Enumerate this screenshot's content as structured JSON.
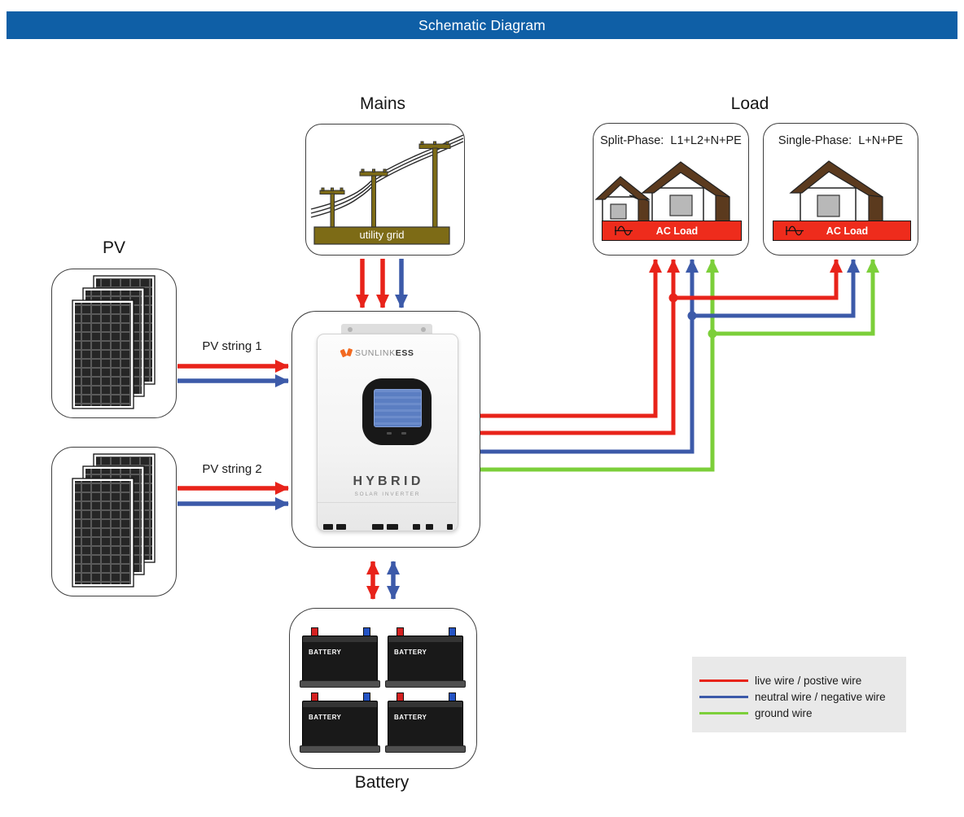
{
  "title_bar": {
    "text": "Schematic Diagram"
  },
  "labels": {
    "mains": "Mains",
    "load": "Load",
    "pv": "PV",
    "battery": "Battery"
  },
  "mains": {
    "banner": "utility grid"
  },
  "load": {
    "split": {
      "title": "Split-Phase:  L1+L2+N+PE",
      "banner": "AC Load"
    },
    "single": {
      "title": "Single-Phase:  L+N+PE",
      "banner": "AC Load"
    }
  },
  "pv": {
    "string1": "PV string 1",
    "string2": "PV string 2"
  },
  "inverter": {
    "brand_prefix": "SUNLINK",
    "brand_suffix": "ESS",
    "model": "H Y B R I D",
    "subtitle": "S O L A R   I N V E R T E R"
  },
  "battery": {
    "unit_label": "BATTERY"
  },
  "legend": {
    "items": [
      {
        "label": "live wire / postive wire",
        "color": "#e8231a"
      },
      {
        "label": "neutral wire / negative wire",
        "color": "#3c5aa9"
      },
      {
        "label": "ground wire",
        "color": "#7ccf3a"
      }
    ]
  },
  "colors": {
    "title_bar_bg": "#0f5fa6",
    "live_wire": "#e8231a",
    "neutral_wire": "#3c5aa9",
    "ground_wire": "#7ccf3a",
    "utility_banner": "#7d6b16",
    "ac_load_banner": "#ee2c1c",
    "roof_brown": "#5b3a1e"
  }
}
